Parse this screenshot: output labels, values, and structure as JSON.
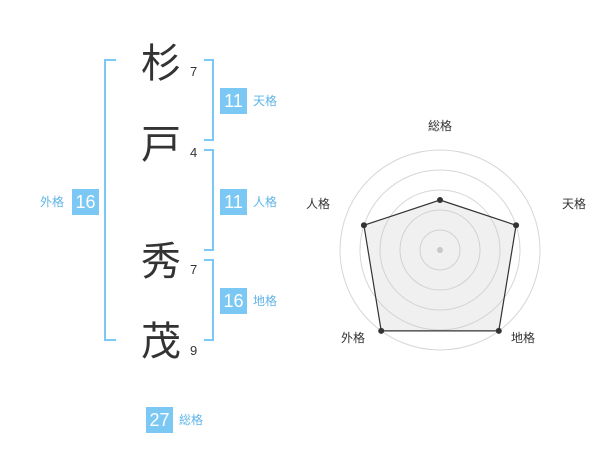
{
  "name": {
    "chars": [
      {
        "char": "杉",
        "strokes": "7"
      },
      {
        "char": "戸",
        "strokes": "4"
      },
      {
        "char": "秀",
        "strokes": "7"
      },
      {
        "char": "茂",
        "strokes": "9"
      }
    ]
  },
  "kaku": {
    "tenkaku": {
      "value": "11",
      "label": "天格"
    },
    "jinkaku": {
      "value": "11",
      "label": "人格"
    },
    "chikaku": {
      "value": "16",
      "label": "地格"
    },
    "gaikaku": {
      "value": "16",
      "label": "外格"
    },
    "soukaku": {
      "value": "27",
      "label": "総格"
    }
  },
  "colors": {
    "accent": "#7cc8f4",
    "text": "#333333"
  },
  "chart_data": {
    "type": "radar",
    "axes": [
      "総格",
      "天格",
      "地格",
      "外格",
      "人格"
    ],
    "values": [
      2.5,
      4,
      5,
      5,
      4
    ],
    "range": [
      0,
      5
    ],
    "rings": 5
  }
}
